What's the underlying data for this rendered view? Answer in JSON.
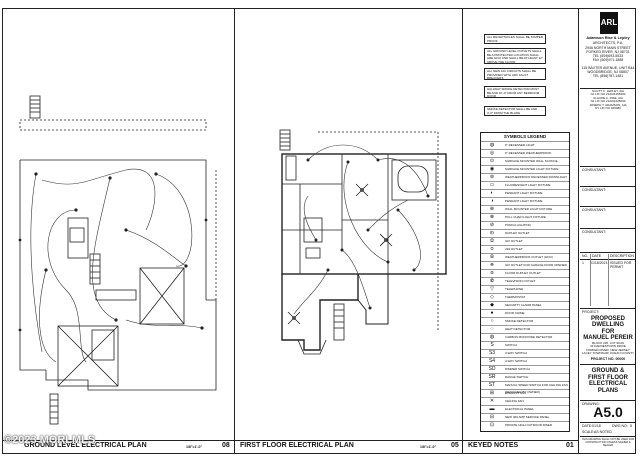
{
  "sheet": {
    "bottom_titles": [
      {
        "text": "GROUND LEVEL ELECTRICAL PLAN",
        "scale": "1/8\"=1'-0\"",
        "num": "08"
      },
      {
        "text": "FIRST FLOOR ELECTRICAL PLAN",
        "scale": "1/8\"=1'-0\"",
        "num": "05"
      },
      {
        "text": "KEYED NOTES",
        "scale": "",
        "num": "01"
      }
    ],
    "watermark": "©2023 MORLMLS"
  },
  "notes": [
    "ALL RECEPTACLES SHALL BE TAMPER PROOF",
    "ALL GROUND LEVEL OUTLETS SHALL BE A PROTECTED LOCATION SHALL ARE GFCI AND SHALL BE AT LEAST 12\" ABOVE THE FLOOR",
    "ALL NEW 120 CIRCUITS SHALL BE PROVIDED WITH ARC FAULT BREAKERS",
    "HALLWAY SMOKE DETECTOR MUST BE AND 10'-0\" FROM ANY BEDROOM DOOR",
    "SMOKE DETECTOR SHALL BE AND 3'-0\" FROM THE BLADE"
  ],
  "legend": {
    "title": "SYMBOLS LEGEND",
    "items": [
      {
        "sym": "◍",
        "desc": "6\" RECESSED LIGHT"
      },
      {
        "sym": "◎",
        "desc": "6\" RECESSED WEATHERPROOF"
      },
      {
        "sym": "⊙",
        "desc": "SURFACE MOUNTED WALL SCONCE"
      },
      {
        "sym": "◉",
        "desc": "SURFACE MOUNTED LIGHT FIXTURE"
      },
      {
        "sym": "⊚",
        "desc": "WEATHERPROOF RECESSED DOWNLIGHT"
      },
      {
        "sym": "▭",
        "desc": "FLUORESCENT LIGHT FIXTURE"
      },
      {
        "sym": "◐",
        "desc": "PENDANT LIGHT FIXTURE"
      },
      {
        "sym": "◑",
        "desc": "PENDANT LIGHT FIXTURE"
      },
      {
        "sym": "⊕",
        "desc": "WALL MOUNTED LIGHT FIXTURE"
      },
      {
        "sym": "⊗",
        "desc": "PULL CHAIN LIGHT FIXTURE"
      },
      {
        "sym": "⊘",
        "desc": "PORCH LIGHTING"
      },
      {
        "sym": "⦶",
        "desc": "DUPLEX OUTLET"
      },
      {
        "sym": "⦷",
        "desc": "GFI OUTLET"
      },
      {
        "sym": "⦸",
        "desc": "220 OUTLET"
      },
      {
        "sym": "⦹",
        "desc": "WEATHERPROOF OUTLET (GFCI)"
      },
      {
        "sym": "⦺",
        "desc": "GFI OUTLET FOR GARAGE DOOR OPENER"
      },
      {
        "sym": "⦻",
        "desc": "FLOOR DUPLEX OUTLET"
      },
      {
        "sym": "⦼",
        "desc": "TELEVISION OUTLET"
      },
      {
        "sym": "▽",
        "desc": "TELEPHONE"
      },
      {
        "sym": "◇",
        "desc": "THERMOSTAT"
      },
      {
        "sym": "◆",
        "desc": "SECURITY ALARM PANEL"
      },
      {
        "sym": "●",
        "desc": "DOOR CHIME"
      },
      {
        "sym": "○",
        "desc": "SMOKE DETECTOR"
      },
      {
        "sym": "◌",
        "desc": "HEAT DETECTOR"
      },
      {
        "sym": "◍",
        "desc": "CARBON MONOXIDE DETECTOR"
      },
      {
        "sym": "S",
        "desc": "SWITCH"
      },
      {
        "sym": "S3",
        "desc": "3-WAY SWITCH"
      },
      {
        "sym": "S4",
        "desc": "4-WAY SWITCH"
      },
      {
        "sym": "SD",
        "desc": "DIMMER SWITCH"
      },
      {
        "sym": "SR",
        "desc": "RANGE SWITCH"
      },
      {
        "sym": "ST",
        "desc": "MANUAL SPEED SWITCH FOR CEILING FAN (DESIGNED BY OWNER)"
      },
      {
        "sym": "⊞",
        "desc": "EXHAUST FAN"
      },
      {
        "sym": "✕",
        "desc": "CEILING FAN"
      },
      {
        "sym": "▬",
        "desc": "ELECTRICAL PANEL"
      },
      {
        "sym": "⊟",
        "desc": "NEW 400 AMP SERVICE PANEL"
      },
      {
        "sym": "⊡",
        "desc": "PRIVATE HIGH OUTDOOR RISER"
      }
    ]
  },
  "title_block": {
    "firm_initials": "ARL",
    "firm_name": "Adamson Rise & Lepley",
    "firm_sub": "ARCHITECTS, P.A.",
    "firm_addr": [
      "2946 NORTH MAIN STREET",
      "FORKED RIVER, NJ 08731",
      "TEL (609)693-5533",
      "FAX (609)971-1888",
      "",
      "115 BAXTER AVENUE, UNIT B44",
      "WOODBRIDGE, NJ 08807",
      "TEL (856)787-1481"
    ],
    "architects": [
      "SCOTT C. LEPLEY, AIA",
      "NJ LIC NO 21AI01456300",
      "CLAUDE A. RISE, AIA",
      "NJ LIC NO 21AI01425000",
      "JOSEPH T. ADAMSON, AIA",
      "NY LIC NO 025480"
    ],
    "consultant_label": "CONSULTANT:",
    "revision_cols": [
      "NO.",
      "DATE",
      "DESCRIPTION"
    ],
    "revisions": [
      {
        "no": "1",
        "date": "01/18/2021",
        "desc": "ISSUED FOR PERMIT"
      }
    ],
    "project_label": "PROJECT:",
    "project_name": [
      "PROPOSED",
      "DWELLING",
      "FOR",
      "MANUEL PEREIR"
    ],
    "project_details": [
      "BLOCK 235, LOT 99.09",
      "33 DARNESTOWN DRIVE",
      "FORKED RIVER, NEW JERSEY",
      "LACEY TOWNSHIP, OCEAN COUNTY"
    ],
    "project_no_label": "PROJECT NO. 00000",
    "drawing_title": [
      "GROUND &",
      "FIRST FLOOR",
      "ELECTRICAL",
      "PLANS"
    ],
    "drawing_label": "DRAWING:",
    "sheet_number": "A5.0",
    "date_label": "DATE:",
    "date_value": "01/18",
    "scale_label": "SCALE:",
    "scale_value": "AS NOTED",
    "dwg_label": "DWG NO:",
    "dwg_value": "5",
    "footer_note": "THIS DRAWING SHALL NOT BE USED FOR CONSTRUCTION UNLESS SIGNED & SEALED"
  },
  "colors": {
    "line": "#222222",
    "wire": "#333333",
    "title_block_bg": "#ffffff"
  }
}
